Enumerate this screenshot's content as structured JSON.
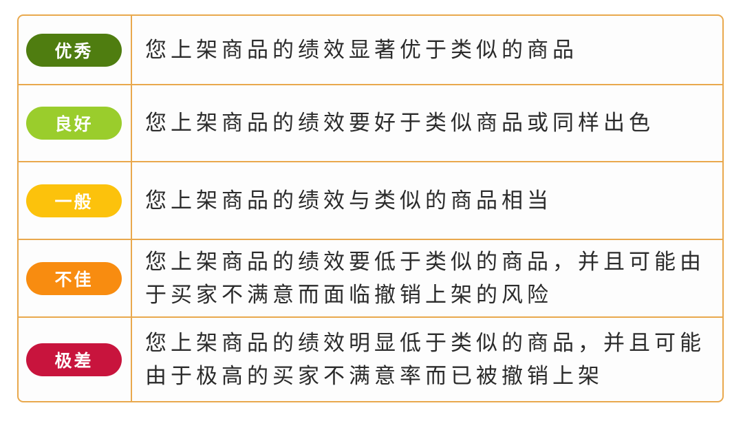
{
  "table": {
    "rows": [
      {
        "rating": "优秀",
        "color": "#4f7d10",
        "description": "您上架商品的绩效显著优于类似的商品"
      },
      {
        "rating": "良好",
        "color": "#9acd2c",
        "description": "您上架商品的绩效要好于类似商品或同样出色"
      },
      {
        "rating": "一般",
        "color": "#fcc20c",
        "description": "您上架商品的绩效与类似的商品相当"
      },
      {
        "rating": "不佳",
        "color": "#f88c10",
        "description": "您上架商品的绩效要低于类似的商品，并且可能由于买家不满意而面临撤销上架的风险"
      },
      {
        "rating": "极差",
        "color": "#c8143d",
        "description": "您上架商品的绩效明显低于类似的商品，并且可能由于极高的买家不满意率而已被撤销上架"
      }
    ]
  },
  "colors": {
    "border": "#e9a84c",
    "text": "#2b2b2b"
  }
}
